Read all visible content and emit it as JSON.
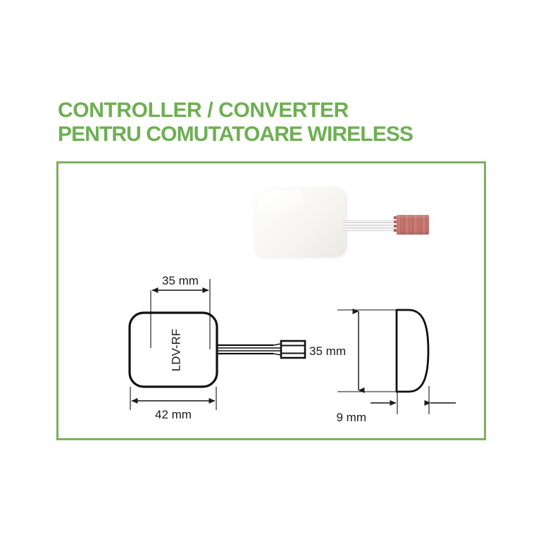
{
  "page": {
    "background_color": "#ffffff",
    "accent_color": "#6DAF52",
    "frame_color": "#7CB05C"
  },
  "title": {
    "line1": "CONTROLLER / CONVERTER",
    "line2": "PENTRU COMUTATOARE WIRELESS"
  },
  "photo": {
    "module_color": "#F5F4F2",
    "connector_color": "#C4736C",
    "cable_color": "#E8E8E8"
  },
  "drawings": {
    "top_view": {
      "part_label": "LDV-RF",
      "width_dimension": "42 mm",
      "depth_dimension": "35 mm"
    },
    "side_view": {
      "height_dimension": "35 mm",
      "thickness_dimension": "9 mm"
    }
  }
}
